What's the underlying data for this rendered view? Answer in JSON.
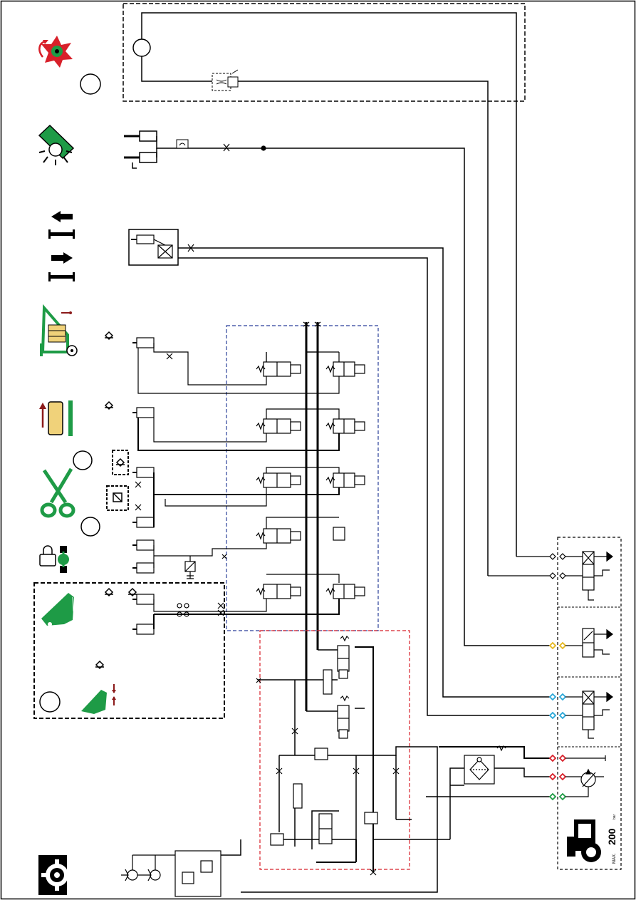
{
  "diagram": {
    "type": "hydraulic-schematic",
    "colors": {
      "line": "#000000",
      "group_dash_top": "#000000",
      "valve_group_blue": "#2a3f9a",
      "pump_group_red": "#d8202a",
      "icon_red": "#d8202a",
      "icon_green": "#1e9b46",
      "icon_dark_red": "#8b1a1a",
      "coupler_yellow": "#e6b820",
      "coupler_blue": "#2aa7d8",
      "coupler_red": "#d8202a",
      "coupler_green": "#1e9b46"
    },
    "function_icons": [
      "rotor-drive-icon",
      "pickup-drum-icon",
      "slide-left-icon",
      "slide-right-icon",
      "bale-chamber-icon",
      "bale-lift-icon",
      "knife-cutter-icon",
      "axle-lock-icon",
      "tailgate-icon",
      "tailgate-small-icon",
      "gearbox-icon"
    ],
    "tractor_panel": {
      "max_label": "MAX.",
      "pressure_value": "200",
      "pressure_unit": "bar",
      "icon": "tractor-icon"
    }
  }
}
